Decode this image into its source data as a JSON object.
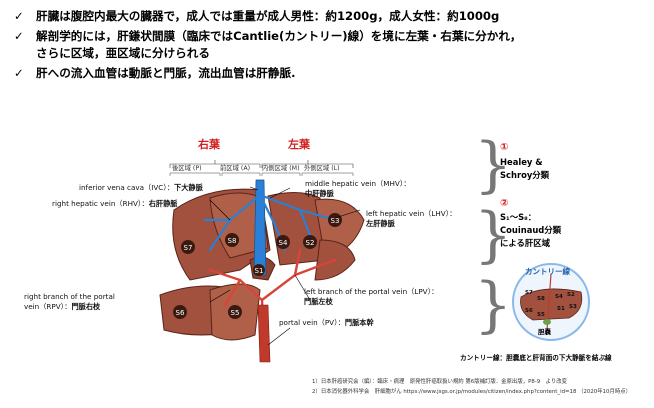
{
  "bullets": [
    {
      "icon": "checkmark-icon",
      "lines": [
        "肝臓は腹腔内最大の臓器で，成人では重量が成人男性：約1200g，成人女性：約1000g"
      ]
    },
    {
      "icon": "checkmark-icon",
      "lines": [
        "解剖学的には，肝鎌状間膜（臨床ではCantlie(カントリー)線）を境に左葉・右葉に分かれ，",
        "さらに区域，亜区域に分けられる"
      ]
    },
    {
      "icon": "checkmark-icon",
      "lines": [
        "肝への流入血管は動脈と門脈，流出血管は肝静脈."
      ]
    }
  ],
  "diagram": {
    "right_lobe": "右葉",
    "left_lobe": "左葉",
    "segments_top": {
      "posterior": "後区域 (P)",
      "anterior": "前区域 (A)",
      "medial": "内側区域 (M)",
      "lateral": "外側区域 (L)"
    },
    "segment_labels": [
      "S7",
      "S8",
      "S4",
      "S2",
      "S3",
      "S1",
      "S6",
      "S5"
    ],
    "vessel_labels": {
      "ivc": {
        "en": "inferior vena cava（IVC）：",
        "ja": "下大静脈"
      },
      "rhv": {
        "en": "right hepatic vein（RHV）：",
        "ja": "右肝静脈"
      },
      "mhv": {
        "en": "middle hepatic vein（MHV）：",
        "ja": "中肝静脈"
      },
      "lhv": {
        "en": "left hepatic vein（LHV）：",
        "ja": "左肝静脈"
      },
      "rpv": {
        "en": "right branch of the portal",
        "en2": "vein（RPV）：",
        "ja": "門脈右枝"
      },
      "lpv": {
        "en": "left branch of the portal vein（LPV）：",
        "ja": "門脈左枝"
      },
      "pv": {
        "en": "portal vein（PV）：",
        "ja": "門脈本幹"
      }
    }
  },
  "side_panel": {
    "item1_num": "①",
    "item1_lines": [
      "Healey &",
      "Schroy分類"
    ],
    "item2_num": "②",
    "item2_lines": [
      "S₁～S₈：",
      "Couinaud分類",
      "による肝区域"
    ],
    "cantlie_title": "カントリー線",
    "gallbladder": "胆嚢",
    "mini_segments": [
      "S7",
      "S8",
      "S4",
      "S2",
      "S3",
      "S1",
      "S6",
      "S5"
    ],
    "caption": "カントリー線：胆嚢底と肝背面の下大静脈を結ぶ線"
  },
  "references": [
    "1）日本肝癌研究会（編）：臨床・病理　原発性肝癌取扱い規約 第6版補訂版．金原出版，P8-9　より改変",
    "2）日本消化器外科学会　肝細胞がん  https://www.jsgs.or.jp/modules/citizen/index.php?content_id=18 （2020年10月時点）"
  ],
  "colors": {
    "lobe_title": "#d21f1f",
    "liver": "#a1513e",
    "liver_dark": "#7a3527",
    "hepatic_vein": "#2a7fd6",
    "portal_vein": "#d8443a",
    "circle": "#8ab8e8"
  }
}
